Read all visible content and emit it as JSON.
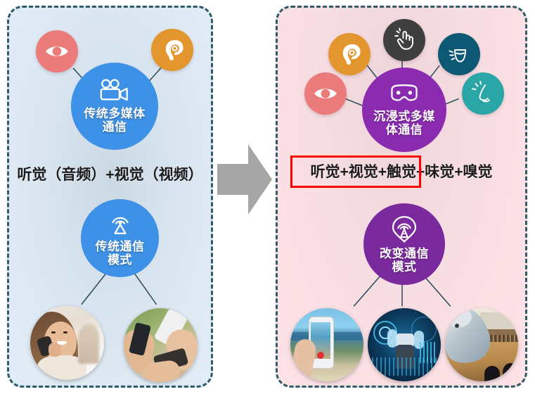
{
  "title": "传统多媒体通信 与 沉浸式多媒体通信 对比图",
  "arrow": {
    "name": "transition-arrow",
    "color": "#a6a6a6",
    "direction": "right"
  },
  "panels": {
    "left": {
      "name": "traditional-communication-panel",
      "background_color": "#dfeaf4",
      "border_color": "#2d5c68",
      "hub_top": {
        "label_line1": "传统多媒体",
        "label_line2": "通信",
        "color": "#3d91e6",
        "icon": "video-camera-icon"
      },
      "hub_bottom": {
        "label_line1": "传统通信",
        "label_line2": "模式",
        "color": "#3d91e6",
        "icon": "broadcast-tower-icon"
      },
      "senses": [
        {
          "name": "eye-icon",
          "label": "视觉",
          "color": "#ec7b7b"
        },
        {
          "name": "ear-icon",
          "label": "听觉",
          "color": "#e3962e"
        }
      ],
      "caption": "听觉（音频）+视觉（视频）",
      "photos": [
        {
          "name": "woman-on-phone-photo",
          "alt": "女士手持手机通话"
        },
        {
          "name": "hands-with-phones-photo",
          "alt": "多只手持手机"
        }
      ]
    },
    "right": {
      "name": "immersive-communication-panel",
      "background_color": "#fce2e6",
      "border_color": "#2d5c68",
      "hub_top": {
        "label_line1": "沉浸式多媒",
        "label_line2": "体通信",
        "color": "#8b2bb0",
        "icon": "vr-headset-icon"
      },
      "hub_bottom": {
        "label_line1": "改变通信",
        "label_line2": "模式",
        "color": "#7b2a9e",
        "icon": "broadcast-location-icon"
      },
      "senses": [
        {
          "name": "eye-icon",
          "label": "视觉",
          "color": "#ec7b7b"
        },
        {
          "name": "ear-icon",
          "label": "听觉",
          "color": "#e3962e"
        },
        {
          "name": "touch-hand-icon",
          "label": "触觉",
          "color": "#3f3f3f"
        },
        {
          "name": "mouth-taste-icon",
          "label": "味觉",
          "color": "#0d5874"
        },
        {
          "name": "nose-smell-icon",
          "label": "嗅觉",
          "color": "#2aa6a6"
        }
      ],
      "caption": "听觉+视觉+触觉+味觉+嗅觉",
      "caption_highlight": "听觉+视觉+触觉",
      "highlight_color": "#ff0000",
      "photos": [
        {
          "name": "ar-phone-beach-photo",
          "alt": "手机AR海滩实景"
        },
        {
          "name": "vr-user-hologram-photo",
          "alt": "VR头显全息交互"
        },
        {
          "name": "vr-dolphin-arena-photo",
          "alt": "虚拟海豚体育馆"
        }
      ]
    }
  }
}
